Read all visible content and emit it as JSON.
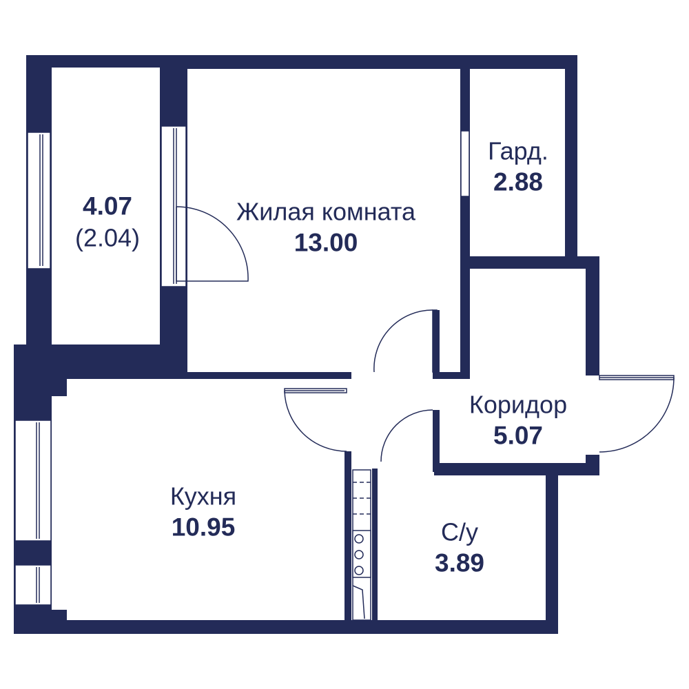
{
  "colors": {
    "wall": "#232b58",
    "background": "#ffffff"
  },
  "rooms": {
    "balcony": {
      "area": "4.07",
      "area_reduced": "(2.04)"
    },
    "living": {
      "name": "Жилая комната",
      "area": "13.00"
    },
    "wardrobe": {
      "name": "Гард.",
      "area": "2.88"
    },
    "corridor": {
      "name": "Коридор",
      "area": "5.07"
    },
    "kitchen": {
      "name": "Кухня",
      "area": "10.95"
    },
    "bathroom": {
      "name": "С/у",
      "area": "3.89"
    }
  }
}
